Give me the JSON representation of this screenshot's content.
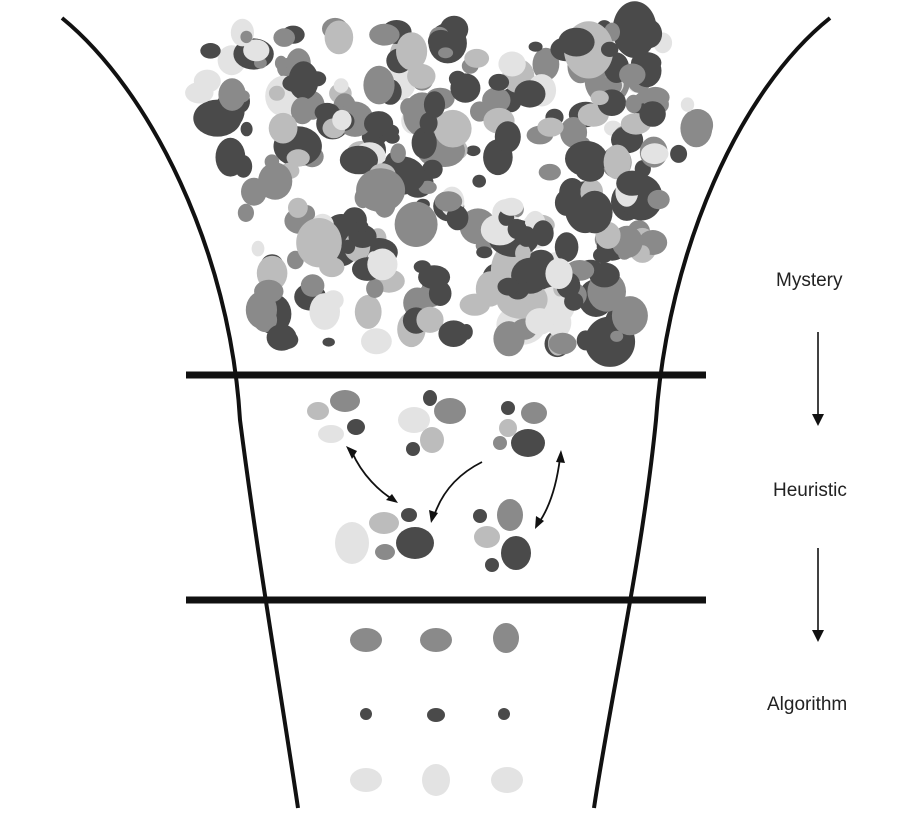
{
  "stages": [
    {
      "id": "mystery",
      "label": "Mystery"
    },
    {
      "id": "heuristic",
      "label": "Heuristic"
    },
    {
      "id": "algorithm",
      "label": "Algorithm"
    }
  ],
  "colors": {
    "line": "#111111",
    "dark": "#4a4a4a",
    "mid": "#8a8a8a",
    "light": "#bcbcbc",
    "pale": "#e3e3e3",
    "label": "#222222"
  }
}
